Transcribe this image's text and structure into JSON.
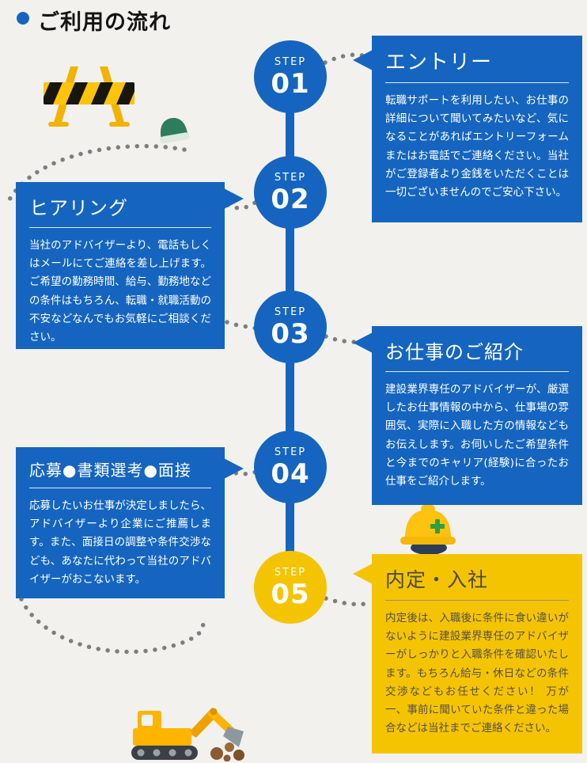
{
  "page": {
    "title": "ご利用の流れ"
  },
  "colors": {
    "blue": "#1565c0",
    "yellow": "#f5c400",
    "background": "#f2f1ee",
    "dots": "#6a6a6a"
  },
  "steps": [
    {
      "step_label": "STEP",
      "number": "01",
      "title": "エントリー",
      "body": "転職サポートを利用したい、お仕事の詳細について聞いてみたいなど、気になることがあればエントリーフォームまたはお電話でご連絡ください。当社がご登録者より金銭をいただくことは一切ございませんのでご安心下さい。"
    },
    {
      "step_label": "STEP",
      "number": "02",
      "title": "ヒアリング",
      "body": "当社のアドバイザーより、電話もしくはメールにてご連絡を差し上げます。ご希望の勤務時間、給与、勤務地などの条件はもちろん、転職・就職活動の不安などなんでもお気軽にご相談ください。"
    },
    {
      "step_label": "STEP",
      "number": "03",
      "title": "お仕事のご紹介",
      "body": "建設業界専任のアドバイザーが、厳選したお仕事情報の中から、仕事場の雰囲気、実際に入職した方の情報などもお伝えします。お伺いしたご希望条件と今までのキャリア(経験)に合ったお仕事をご紹介します。"
    },
    {
      "step_label": "STEP",
      "number": "04",
      "title": "応募●書類選考●面接",
      "body": "応募したいお仕事が決定しましたら、アドバイザーより企業にご推薦します。また、面接日の調整や条件交渉なども、あなたに代わって当社のアドバイザーがおこないます。"
    },
    {
      "step_label": "STEP",
      "number": "05",
      "title": "内定・入社",
      "body": "内定後は、入職後に条件に食い違いがないように建設業界専任のアドバイザーがしっかりと入職条件を確認いたします。もちろん給与・休日などの条件交渉などもお任せください！ 万が一、事前に聞いていた条件と違った場合などは当社までご連絡ください。"
    }
  ],
  "decorations": [
    "construction-barrier-icon",
    "knit-cap-icon",
    "hard-hat-icon",
    "excavator-icon"
  ]
}
